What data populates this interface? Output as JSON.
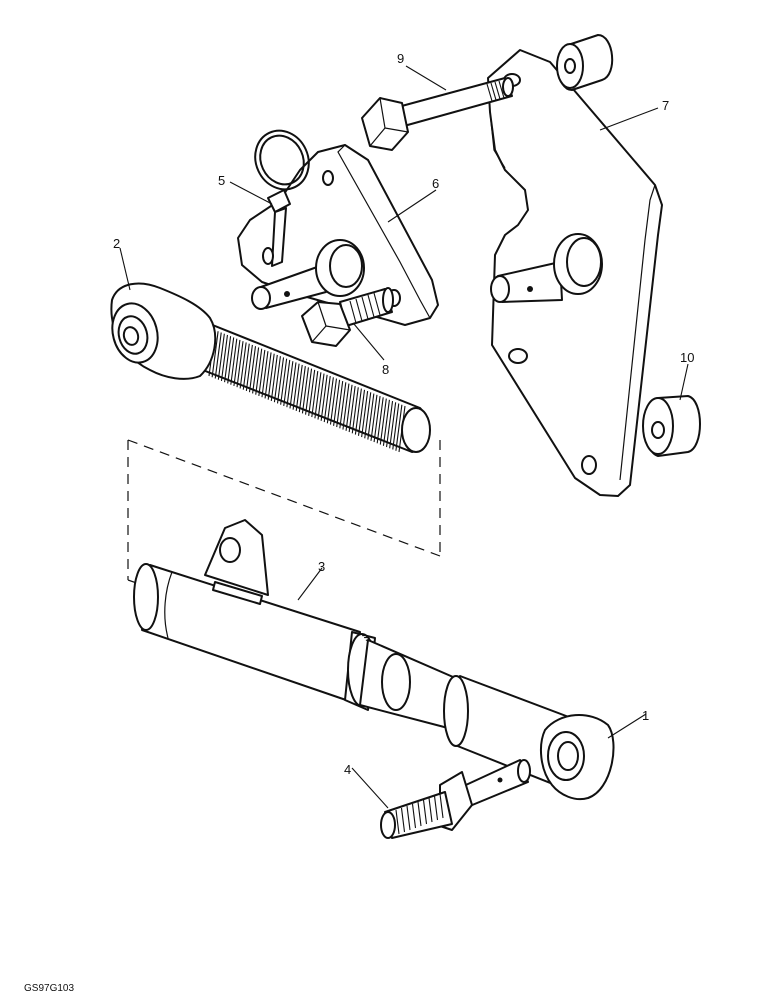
{
  "drawing_code": "GS97G103",
  "callouts": [
    {
      "id": "1",
      "part": "lower-link-end"
    },
    {
      "id": "2",
      "part": "top-link-ball-end"
    },
    {
      "id": "3",
      "part": "top-link-tube"
    },
    {
      "id": "4",
      "part": "link-pin"
    },
    {
      "id": "5",
      "part": "linch-pin"
    },
    {
      "id": "6",
      "part": "small-bracket"
    },
    {
      "id": "7",
      "part": "mounting-plate"
    },
    {
      "id": "8",
      "part": "bolt-short"
    },
    {
      "id": "9",
      "part": "bolt-long"
    },
    {
      "id": "10",
      "part": "spacer-bush"
    }
  ]
}
